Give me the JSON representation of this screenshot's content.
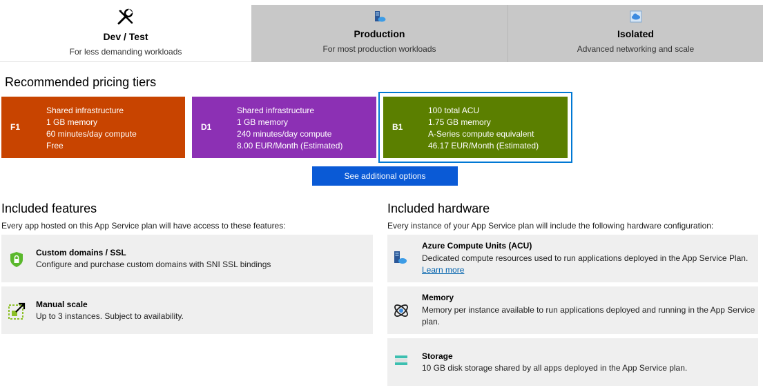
{
  "tabs": [
    {
      "title": "Dev / Test",
      "subtitle": "For less demanding workloads",
      "icon": "tools-icon",
      "active": true
    },
    {
      "title": "Production",
      "subtitle": "For most production workloads",
      "icon": "server-icon",
      "active": false
    },
    {
      "title": "Isolated",
      "subtitle": "Advanced networking and scale",
      "icon": "cloud-network-icon",
      "active": false
    }
  ],
  "recommended": {
    "title": "Recommended pricing tiers",
    "tiers": [
      {
        "code": "F1",
        "lines": [
          "Shared infrastructure",
          "1 GB memory",
          "60 minutes/day compute",
          "Free"
        ],
        "color": "#c84400"
      },
      {
        "code": "D1",
        "lines": [
          "Shared infrastructure",
          "1 GB memory",
          "240 minutes/day compute",
          "8.00 EUR/Month (Estimated)"
        ],
        "color": "#8c30b4"
      },
      {
        "code": "B1",
        "lines": [
          "100 total ACU",
          "1.75 GB memory",
          "A-Series compute equivalent",
          "46.17 EUR/Month (Estimated)"
        ],
        "color": "#5b7f00",
        "selected": true
      }
    ],
    "see_more_label": "See additional options"
  },
  "features": {
    "title": "Included features",
    "description": "Every app hosted on this App Service plan will have access to these features:",
    "items": [
      {
        "title": "Custom domains / SSL",
        "description": "Configure and purchase custom domains with SNI SSL bindings",
        "icon": "shield-lock-icon"
      },
      {
        "title": "Manual scale",
        "description": "Up to 3 instances. Subject to availability.",
        "icon": "scale-out-icon"
      }
    ]
  },
  "hardware": {
    "title": "Included hardware",
    "description": "Every instance of your App Service plan will include the following hardware configuration:",
    "items": [
      {
        "title": "Azure Compute Units (ACU)",
        "description": "Dedicated compute resources used to run applications deployed in the App Service Plan.",
        "link": "Learn more",
        "icon": "compute-icon"
      },
      {
        "title": "Memory",
        "description_line1": "Memory per instance available to run applications deployed and running in the App Service",
        "description_line2": "plan.",
        "icon": "memory-icon"
      },
      {
        "title": "Storage",
        "description": "10 GB disk storage shared by all apps deployed in the App Service plan.",
        "icon": "storage-icon"
      }
    ]
  },
  "colors": {
    "accent": "#0078d4",
    "button": "#0a5ad6",
    "link": "#0062ad"
  }
}
